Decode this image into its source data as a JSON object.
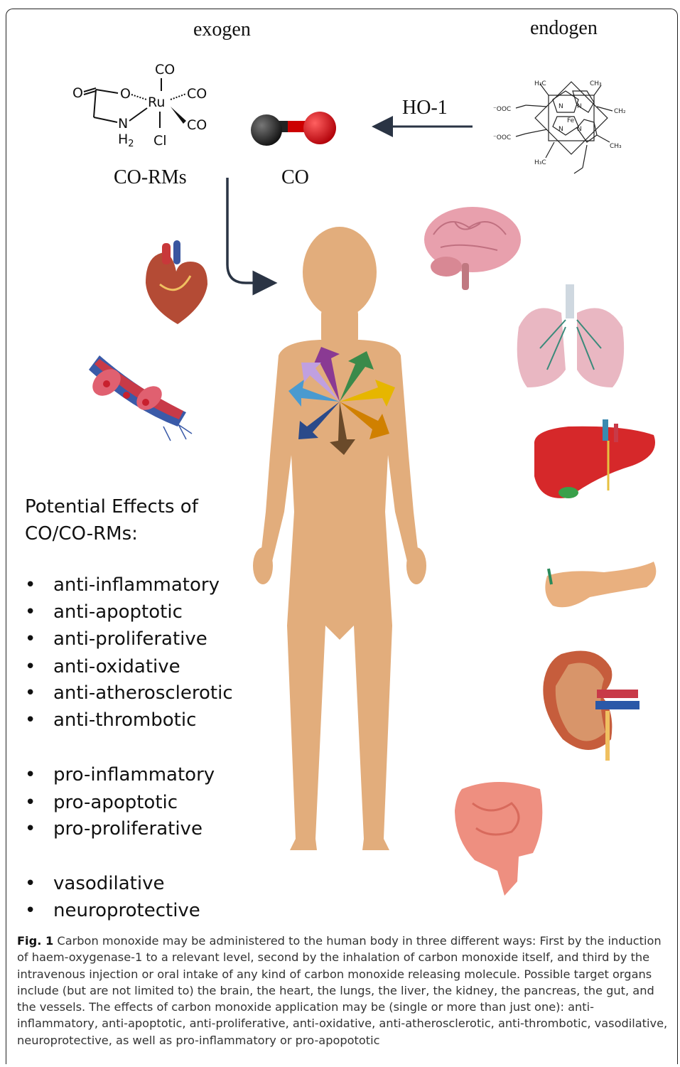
{
  "labels": {
    "exogen": "exogen",
    "endogen": "endogen",
    "ho1": "HO-1",
    "corms": "CO-RMs",
    "co": "CO"
  },
  "ru_complex": {
    "co_top": "CO",
    "co_right_upper": "CO",
    "co_right_lower": "CO",
    "o_atom": "O",
    "o_carbonyl": "O",
    "ru": "Ru",
    "n": "N",
    "h2": "H",
    "h2_sub": "2",
    "cl": "Cl"
  },
  "heme": {
    "fe": "Fe",
    "n1": "N",
    "n2": "N",
    "n3": "N",
    "n4": "N",
    "ch3_top_left": "H₃C",
    "ch3_top_right": "CH₃",
    "ch2": "CH₂",
    "coo_upper": "⁻OOC",
    "coo_lower": "⁻OOC",
    "ch3_right": "CH₃",
    "ch3_bottom_left": "H₃C"
  },
  "effects": {
    "heading_line1": "Potential Effects of",
    "heading_line2": "CO/CO-RMs:",
    "items": [
      "anti-inflammatory",
      "anti-apoptotic",
      "anti-proliferative",
      "anti-oxidative",
      "anti-atherosclerotic",
      "anti-thrombotic",
      "pro-inflammatory",
      "pro-apoptotic",
      "pro-proliferative",
      "vasodilative",
      "neuroprotective"
    ],
    "bullet": "•"
  },
  "caption": {
    "label": "Fig. 1",
    "text": " Carbon monoxide may be administered to the human body in three different ways: First by the induction of haem-oxygenase-1 to a relevant level, second by the inhalation of carbon monoxide itself, and third by the intravenous injection or oral intake of any kind of carbon monoxide releasing molecule. Possible target organs include (but are not limited to) the brain, the heart, the lungs, the liver, the kidney, the pancreas, the gut, and the vessels. The effects of carbon monoxide application may be (single or more than just one): anti-inflammatory, anti-apoptotic, anti-proliferative, anti-oxidative, anti-atherosclerotic, anti-thrombotic, vasodilative, neuroprotective, as well as pro-inflammatory or pro-apopototic"
  },
  "colors": {
    "skin": "#e2ad7c",
    "oxygen": "#d8111a",
    "carbon": "#1a1a1a",
    "arrow": "#2a3444",
    "heart": "#b44b35",
    "brain": "#e8a0ad",
    "lung": "#e9b7c2",
    "liver": "#d6282a",
    "pancreas": "#e9b07f",
    "kidney": "#c65d3c",
    "gut": "#ee8f80",
    "vessel": "#c83a48"
  },
  "icons": [
    "co-molecule-icon",
    "heart-icon",
    "vessel-icon",
    "brain-icon",
    "lungs-icon",
    "liver-icon",
    "pancreas-icon",
    "kidney-icon",
    "gut-icon",
    "swirl-arrows-icon",
    "human-body-icon"
  ]
}
